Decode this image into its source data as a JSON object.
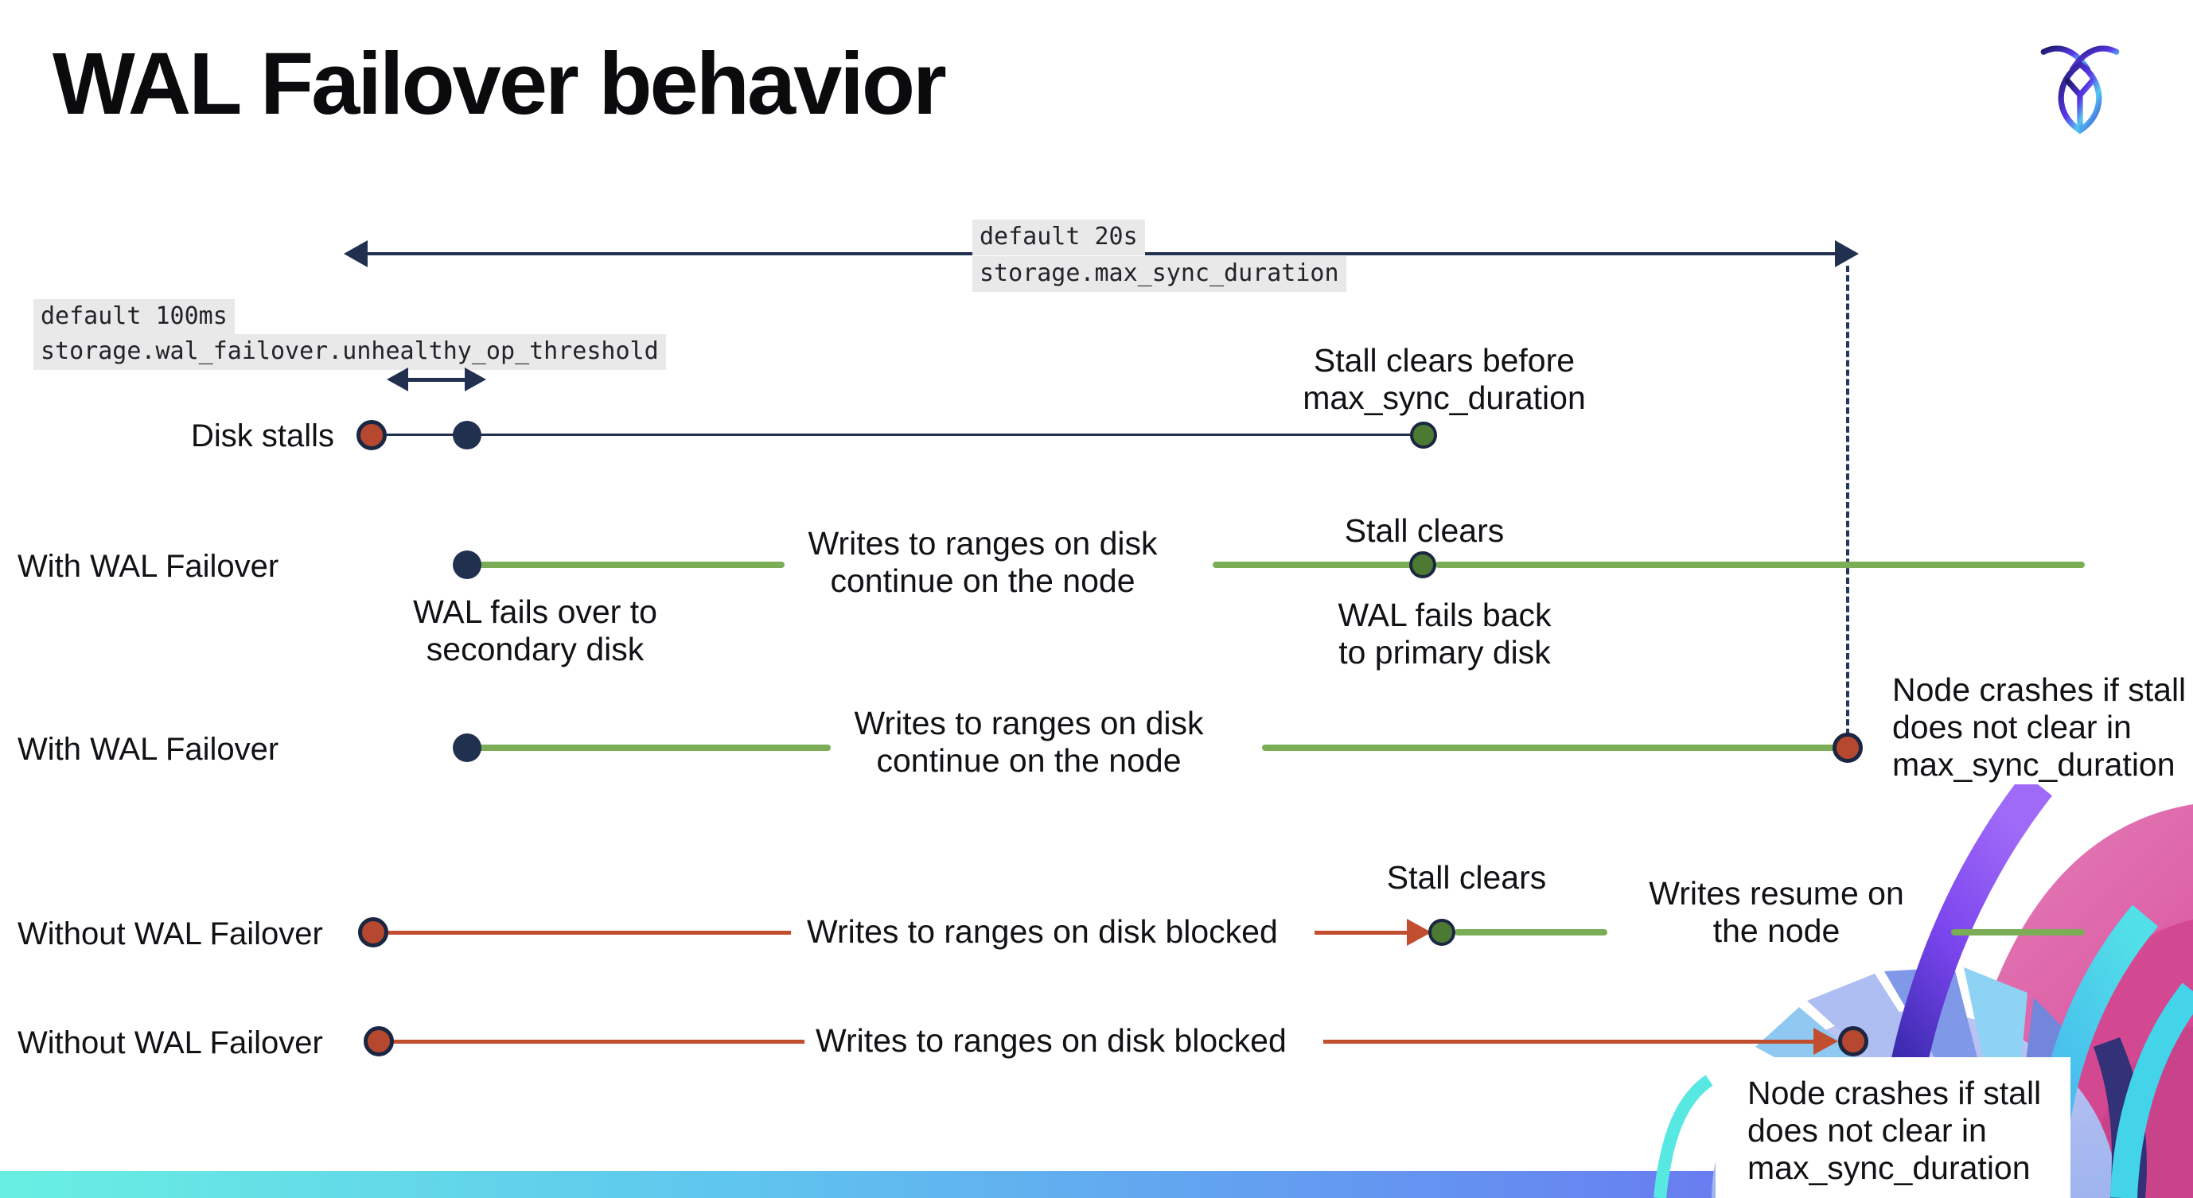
{
  "title": "WAL Failover behavior",
  "logo": {
    "name": "cockroachdb-logo"
  },
  "settings": {
    "max_sync": {
      "default_label": "default 20s",
      "setting_name": "storage.max_sync_duration"
    },
    "unhealthy_op": {
      "default_label": "default 100ms",
      "setting_name": "storage.wal_failover.unhealthy_op_threshold"
    }
  },
  "rows": [
    {
      "label": "Disk stalls",
      "note_l1": "Stall clears before",
      "note_l2": "max_sync_duration"
    },
    {
      "label": "With WAL Failover",
      "writes_l1": "Writes to ranges on disk",
      "writes_l2": "continue on the node",
      "stall": "Stall clears",
      "failover_l1": "WAL fails over to",
      "failover_l2": "secondary disk",
      "failback_l1": "WAL fails  back",
      "failback_l2": "to primary disk"
    },
    {
      "label": "With WAL Failover",
      "writes_l1": "Writes to ranges on disk",
      "writes_l2": "continue on the node",
      "crash_l1": "Node crashes if stall",
      "crash_l2": "does not clear in",
      "crash_l3": "max_sync_duration"
    },
    {
      "label": "Without WAL Failover",
      "writes": "Writes to ranges on disk  blocked",
      "stall": "Stall clears",
      "resume_l1": "Writes resume on",
      "resume_l2": "the node"
    },
    {
      "label": "Without WAL Failover",
      "writes": "Writes to ranges on disk  blocked",
      "crash_l1": "Node crashes if stall",
      "crash_l2": "does not clear in",
      "crash_l3": "max_sync_duration"
    }
  ],
  "colors": {
    "navy": "#22304f",
    "navy-dark": "#1b2742",
    "red-dot": "#b5482e",
    "red-line": "#c14e2f",
    "green-line": "#7aad55",
    "green-dot": "#4c7a33",
    "chip-bg": "#e9e9e9",
    "ink": "#111116"
  }
}
